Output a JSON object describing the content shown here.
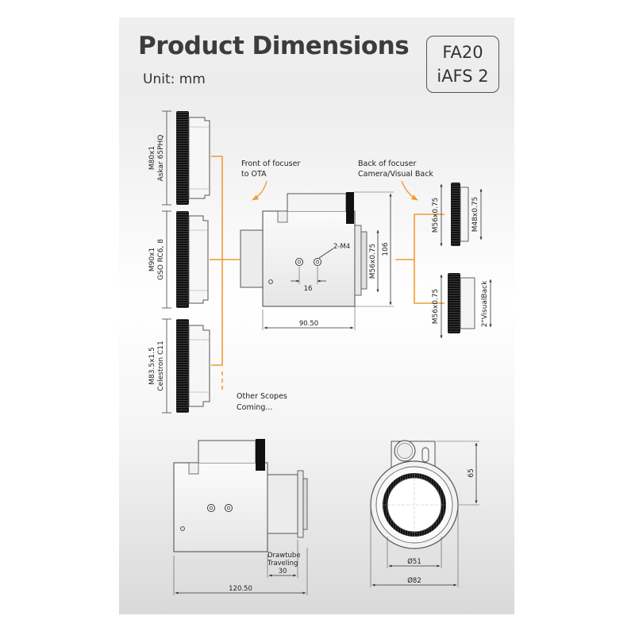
{
  "header": {
    "title": "Product Dimensions",
    "unit": "Unit: mm",
    "model_line1": "FA20",
    "model_line2": "iAFS 2"
  },
  "colors": {
    "accent": "#f39a35",
    "line": "#555555",
    "thread": "#222222"
  },
  "adapters": [
    {
      "thread": "M80x1",
      "scope": "Askar 65PHQ"
    },
    {
      "thread": "M90x1",
      "scope": "GSO RC6, 8"
    },
    {
      "thread": "M83.5x1.5",
      "scope": "Celestron C11"
    }
  ],
  "other_scopes": {
    "line1": "Other Scopes",
    "line2": "Coming..."
  },
  "front_note": {
    "line1": "Front of focuser",
    "line2": "to OTA"
  },
  "back_note": {
    "line1": "Back of focuser",
    "line2": "Camera/Visual Back"
  },
  "back_adapters": [
    {
      "left": "M56x0.75",
      "right": "M48x0.75"
    },
    {
      "left": "M56x0.75",
      "right": "2\"VisualBack"
    }
  ],
  "dimensions": {
    "screw_callout": "2-M4",
    "screw_spacing": "16",
    "body_thread": "M56x0.75",
    "body_height": "106",
    "body_length": "90.50",
    "full_length": "120.50",
    "drawtube_label1": "Drawtube",
    "drawtube_label2": "Traveling",
    "drawtube_travel": "30",
    "height_to_axis": "65",
    "inner_dia": "Ø51",
    "outer_dia": "Ø82"
  }
}
